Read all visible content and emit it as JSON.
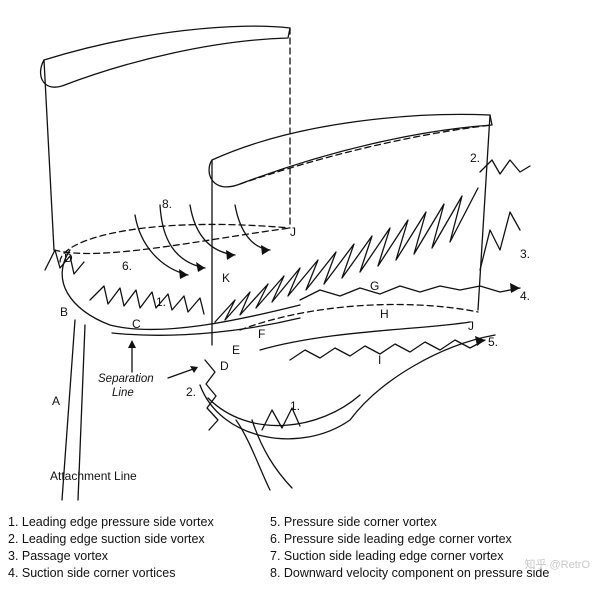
{
  "labels": {
    "A": "A",
    "B": "B",
    "C": "C",
    "D": "D",
    "E": "E",
    "F": "F",
    "G": "G",
    "H": "H",
    "I": "I",
    "J": "J",
    "K": "K",
    "n1": "1.",
    "n2": "2.",
    "n3": "3.",
    "n4": "4.",
    "n5": "5.",
    "n6": "6.",
    "n8": "8."
  },
  "callouts": {
    "separation_line": [
      "Separation",
      "Line"
    ],
    "attachment_line": "Attachment Line"
  },
  "legend": {
    "left": [
      "1. Leading edge pressure side vortex",
      "2. Leading edge suction side vortex",
      "3. Passage vortex",
      "4. Suction side corner vortices"
    ],
    "right": [
      "5. Pressure side corner vortex",
      "6. Pressure side leading edge corner vortex",
      "7. Suction side leading edge corner vortex",
      "8. Downward velocity component on pressure side"
    ]
  },
  "watermark": "知乎 @RetrO",
  "colors": {
    "ink": "#111111",
    "background": "#ffffff",
    "watermark": "#c8c8c8"
  }
}
